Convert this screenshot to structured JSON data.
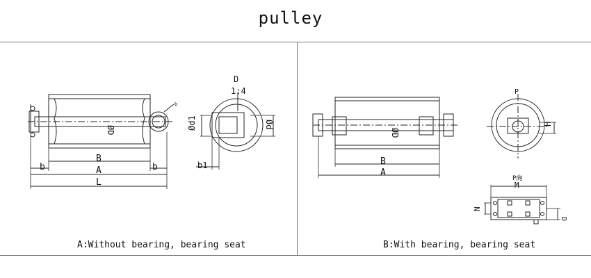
{
  "title": "pulley",
  "captions": {
    "a": "A:Without bearing, bearing seat",
    "b": "B:With bearing, bearing seat"
  },
  "labels": {
    "od": "ØD",
    "b_small": "b",
    "b_cap": "B",
    "a_cap": "A",
    "l_cap": "L",
    "d_top": "D",
    "taper": "1:4",
    "od1": "Ød1",
    "od_small": "Ød",
    "b1": "b1",
    "p": "P",
    "h": "H",
    "m": "M",
    "n": "N",
    "d_cap": "D",
    "b_mark": "b",
    "p_dir": "P向"
  }
}
